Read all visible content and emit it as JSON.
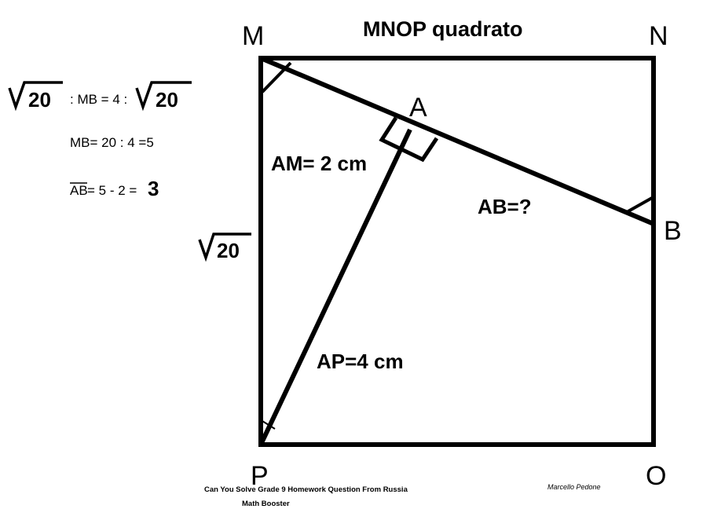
{
  "title": "MNOP quadrato",
  "vertices": {
    "M": "M",
    "N": "N",
    "O": "O",
    "P": "P",
    "A": "A",
    "B": "B"
  },
  "measures": {
    "am": "AM= 2 cm",
    "ap": "AP=4 cm",
    "ab": "AB=?"
  },
  "side_radical": "20",
  "working": {
    "line1_radical_left": "20",
    "line1_middle": ": MB = 4 :",
    "line1_radical_right": "20",
    "line2": "MB=  20 : 4 =5",
    "line3_overline": "AB",
    "line3_rest": "= 5 - 2 =",
    "line3_result": "3"
  },
  "credits": {
    "question": "Can You Solve Grade 9 Homework Question From Russia",
    "channel": "Math Booster",
    "author": "Marcello Pedone"
  }
}
